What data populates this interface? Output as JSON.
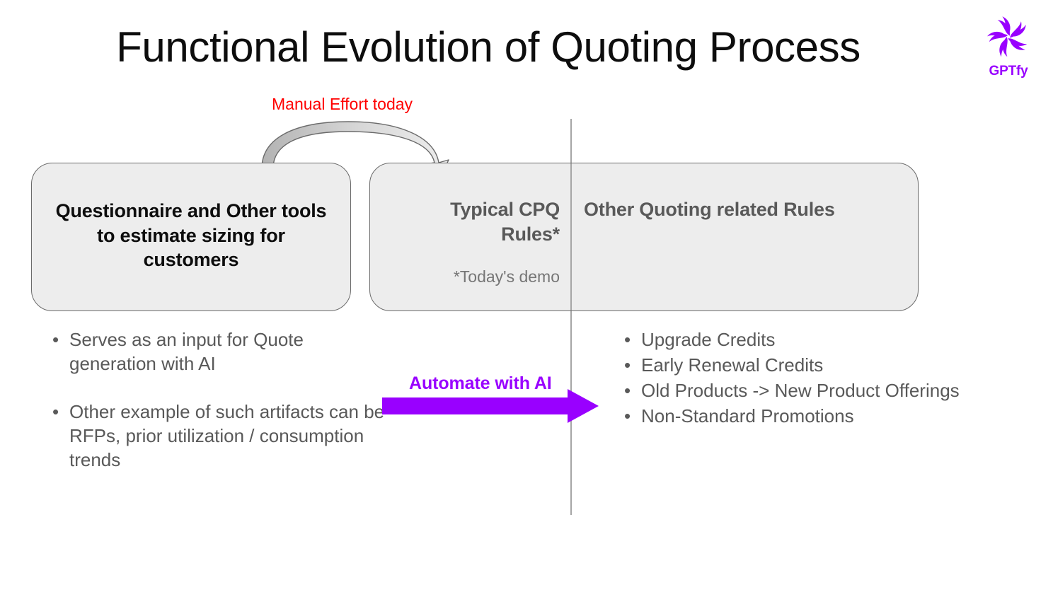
{
  "slide": {
    "title": "Functional Evolution of Quoting Process"
  },
  "logo": {
    "name": "gptfy-logo",
    "text": "GPTfy",
    "color": "#9900ff"
  },
  "annotations": {
    "manual_effort": {
      "label": "Manual Effort today",
      "color": "#ff0000"
    },
    "automate": {
      "label": "Automate with AI",
      "color": "#9900ff"
    }
  },
  "boxes": {
    "left": {
      "text": "Questionnaire and Other tools to estimate sizing for customers",
      "fill": "#ededed",
      "border": "#6b6b6b",
      "text_color": "#0d0d0d"
    },
    "right": {
      "cpq_title": "Typical CPQ Rules*",
      "cpq_note": "*Today's demo",
      "other_title": "Other Quoting related Rules",
      "fill": "#ededed",
      "border": "#6b6b6b",
      "text_color": "#595959"
    }
  },
  "bullets": {
    "left": [
      "Serves as an input for Quote generation with AI",
      "Other example of such artifacts can be RFPs, prior utilization / consumption trends"
    ],
    "right": [
      "Upgrade Credits",
      "Early Renewal Credits",
      "Old Products -> New Product Offerings",
      "Non-Standard Promotions"
    ]
  }
}
